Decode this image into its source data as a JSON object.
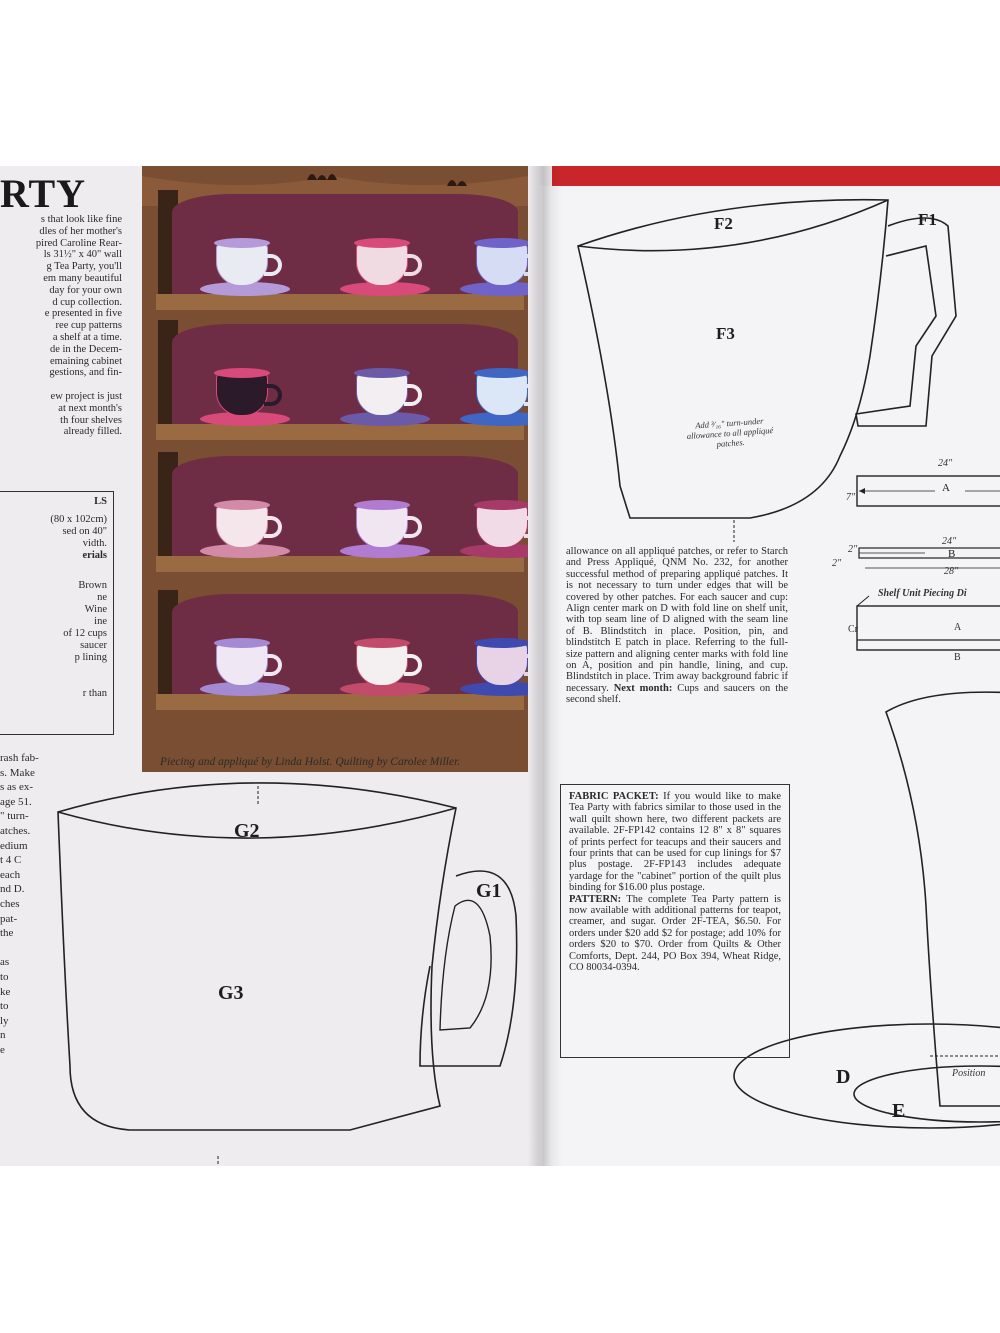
{
  "left_page": {
    "title_fragment": "RTY",
    "article_lines": [
      "s that look like fine",
      "dles of her mother's",
      "pired Caroline Rear-",
      "ls 31½\" x 40\" wall",
      "g Tea Party, you'll",
      "em many beautiful",
      "day for your own",
      "d cup collection.",
      "e presented in five",
      "ree cup patterns",
      "a shelf at a time.",
      "de in the Decem-",
      "emaining cabinet",
      "gestions, and fin-",
      "",
      "ew project is just",
      "at next month's",
      "th four shelves",
      "already filled."
    ],
    "materials_lines": [
      "LS",
      "(80 x 102cm)",
      "sed on 40\"",
      "vidth.",
      "erials",
      "Brown",
      "ne",
      "Wine",
      "ine",
      "of 12 cups",
      "saucer",
      "p lining",
      "",
      "r than"
    ],
    "column_fragment": [
      "rash fab-",
      "s. Make",
      "s as ex-",
      "age 51.",
      "\" turn-",
      "atches.",
      "edium",
      "t 4 C",
      "each",
      "nd D.",
      "ches",
      "pat-",
      "the",
      "",
      "as",
      "to",
      "ke",
      "to",
      "ly",
      "n",
      "e"
    ],
    "caption": "Piecing and appliqué by Linda Holst. Quilting by Carolee Miller."
  },
  "pattern_labels": {
    "g1": "G1",
    "g2": "G2",
    "g3": "G3",
    "f1": "F1",
    "f2": "F2",
    "f3": "F3",
    "d": "D",
    "e": "E",
    "a_strip": "A",
    "b_strip": "B",
    "a_box": "A",
    "b_box": "B",
    "cr": "Cr"
  },
  "pattern_notes": {
    "turn_under": "Add ³⁄₁₆\" turn-under allowance to all appliqué patches.",
    "position": "Position",
    "shelf_diagram_title": "Shelf Unit Piecing Di"
  },
  "dimensions": {
    "top_a": "24\"",
    "side_a": "7\"",
    "top_b": "24\"",
    "side_b1": "2\"",
    "side_b2": "2\"",
    "bottom_b": "28\""
  },
  "right_page": {
    "body": "allowance on all appliqué patches, or refer to Starch and Press Appliqué, QNM No. 232, for another successful method of preparing appliqué patches. It is not necessary to turn under edges that will be covered by other patches. For each saucer and cup: Align center mark on D with fold line on shelf unit, with top seam line of D aligned with the seam line of B. Blindstitch in place. Position, pin, and blindstitch E patch in place. Referring to the full-size pattern and aligning center marks with fold line on A, position and pin handle, lining, and cup. Blindstitch in place. Trim away background fabric if necessary.",
    "next_month_label": "Next month:",
    "next_month_text": "Cups and saucers on the second shelf.",
    "fabric_packet_label": "FABRIC PACKET:",
    "fabric_packet_text": "If you would like to make Tea Party with fabrics similar to those used in the wall quilt shown here, two different packets are available. 2F-FP142 contains 12 8\" x 8\" squares of prints perfect for teacups and their saucers and four prints that can be used for cup linings for $7 plus postage. 2F-FP143 includes adequate yardage for the \"cabinet\" portion of the quilt plus binding for $16.00 plus postage.",
    "pattern_label": "PATTERN:",
    "pattern_text": "The complete Tea Party pattern is now available with additional patterns for teapot, creamer, and sugar. Order 2F-TEA, $6.50. For orders under $20 add $2 for postage; add 10% for orders $20 to $70. Order from Quilts & Other Comforts, Dept. 244, PO Box 394, Wheat Ridge, CO 80034-0394."
  },
  "colors": {
    "quilt_wine": "#6e2c45",
    "quilt_brown": "#7a4e32",
    "magazine_red": "#c8262b"
  }
}
